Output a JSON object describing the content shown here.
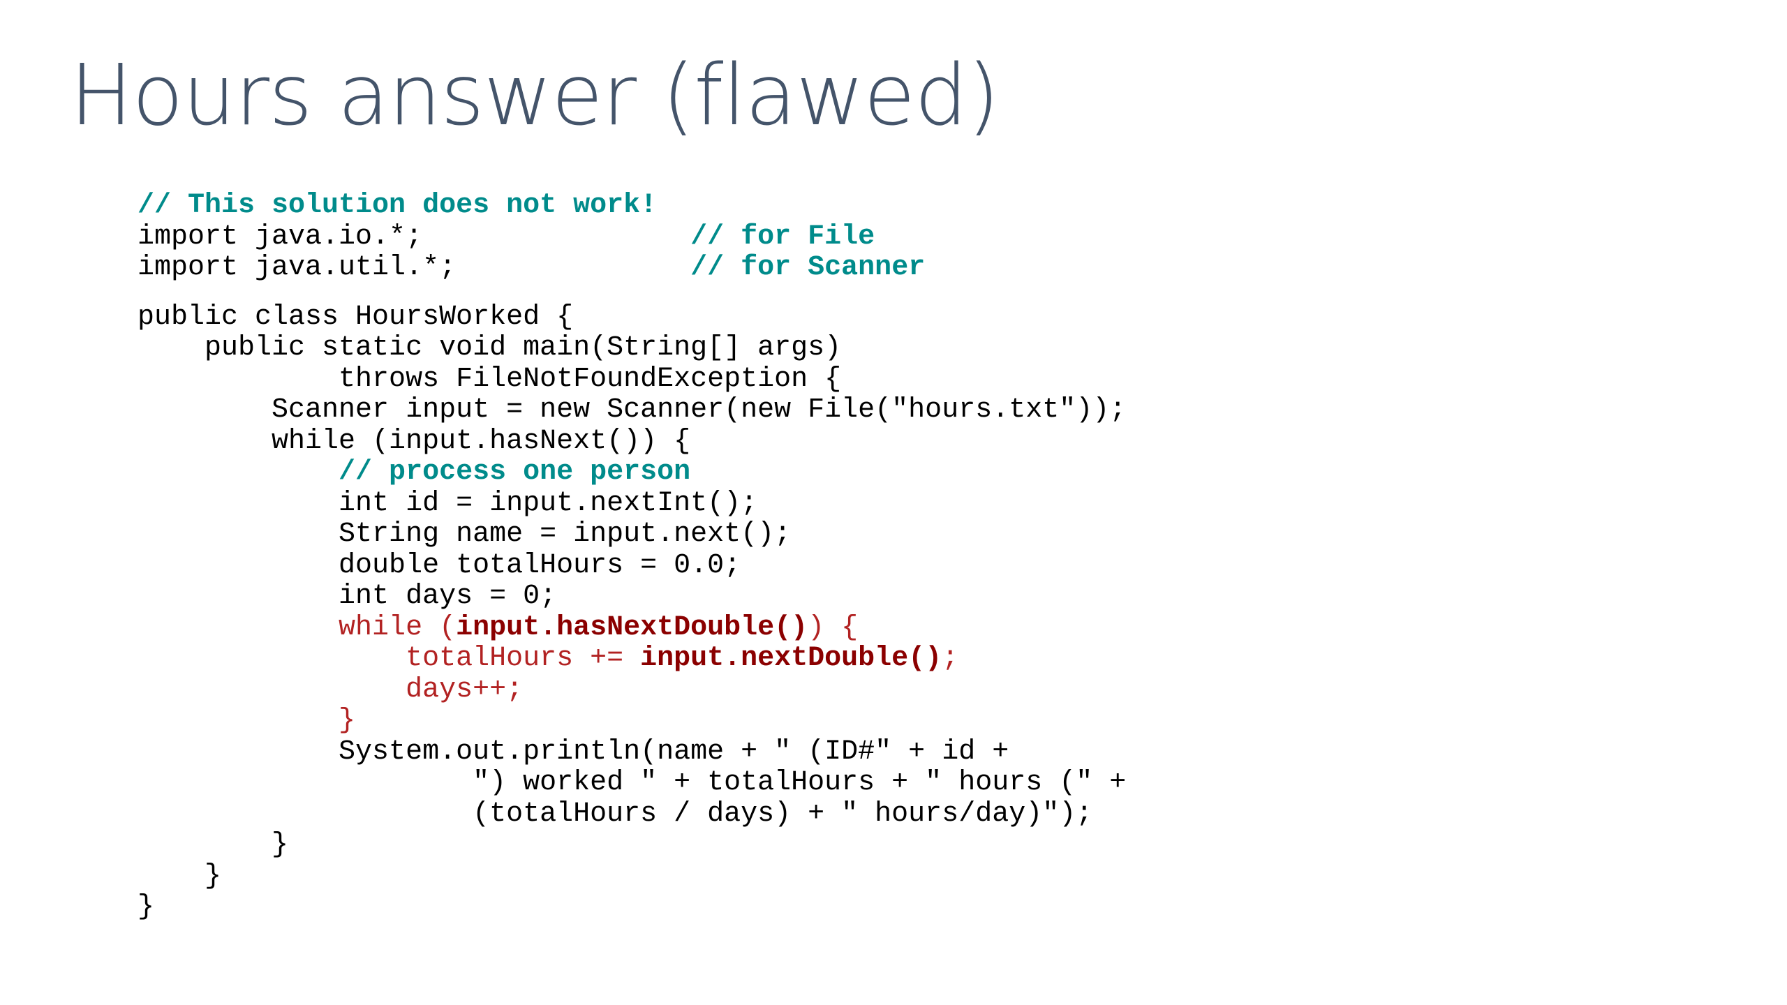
{
  "slide": {
    "title": "Hours answer (flawed)"
  },
  "colors": {
    "title": "#44546a",
    "comment": "#008b8b",
    "highlight": "#b22222",
    "highlight_bold": "#8b0000",
    "code": "#000000"
  },
  "code": {
    "l1": "// This solution does not work!",
    "l2a": "import java.io.*;                ",
    "l2b": "// for File",
    "l3a": "import java.util.*;              ",
    "l3b": "// for Scanner",
    "l4": "public class HoursWorked {",
    "l5": "    public static void main(String[] args)",
    "l6": "            throws FileNotFoundException {",
    "l7": "        Scanner input = new Scanner(new File(\"hours.txt\"));",
    "l8": "        while (input.hasNext()) {",
    "l9_indent": "            ",
    "l9": "// process one person",
    "l10": "            int id = input.nextInt();",
    "l11": "            String name = input.next();",
    "l12": "            double totalHours = 0.0;",
    "l13": "            int days = 0;",
    "l14_indent": "            ",
    "l14a": "while (",
    "l14b": "input.hasNextDouble()",
    "l14c": ") {",
    "l15_indent": "                ",
    "l15a": "totalHours += ",
    "l15b": "input.nextDouble()",
    "l15c": ";",
    "l16_indent": "                ",
    "l16": "days++;",
    "l17_indent": "            ",
    "l17": "}",
    "l18": "            System.out.println(name + \" (ID#\" + id +",
    "l19": "                    \") worked \" + totalHours + \" hours (\" +",
    "l20": "                    (totalHours / days) + \" hours/day)\");",
    "l21": "        }",
    "l22": "    }",
    "l23": "}"
  }
}
